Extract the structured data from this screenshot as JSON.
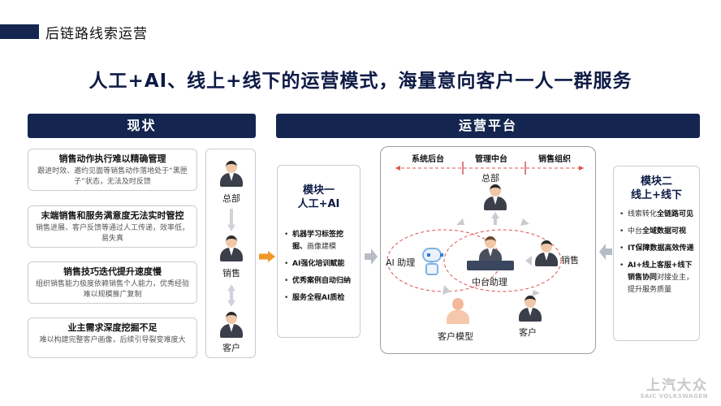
{
  "page_title": "后链路线索运营",
  "headline": "人工+AI、线上+线下的运营模式，海量意向客户一人一群服务",
  "status": {
    "header": "现状",
    "issues": [
      {
        "title": "销售动作执行难以精确管理",
        "desc": "跟进时效、邀约见面等销售动作落地处于“黑匣子”状态，无法及时反馈"
      },
      {
        "title": "末端销售和服务满意度无法实时管控",
        "desc": "销售进展、客户反馈等通过人工传递，效率低，易失真"
      },
      {
        "title": "销售技巧迭代提升速度慢",
        "desc": "组织销售能力极度依赖销售个人能力，优秀经验难以规模推广复制"
      },
      {
        "title": "业主需求深度挖掘不足",
        "desc": "难以构建完整客户画像，后续引导裂变难度大"
      }
    ],
    "roles": [
      "总部",
      "销售",
      "客户"
    ]
  },
  "platform": {
    "header": "运营平台",
    "layers": [
      "系统后台",
      "管理中台",
      "销售组织"
    ],
    "nodes": {
      "hq": "总部",
      "ai": "AI 助理",
      "middle": "中台助理",
      "sales": "销售",
      "customer_model": "客户模型",
      "customer": "客户"
    }
  },
  "module1": {
    "title_line1": "模块一",
    "title_line2": "人工+AI",
    "items": [
      {
        "bold": "机器学习标签挖掘、",
        "rest": "画像建模"
      },
      {
        "bold": "AI强化培训赋能",
        "rest": ""
      },
      {
        "bold": "优秀案例自动归纳",
        "rest": ""
      },
      {
        "bold": "服务全程AI质检",
        "rest": ""
      }
    ]
  },
  "module2": {
    "title_line1": "模块二",
    "title_line2": "线上+线下",
    "items": [
      {
        "pre": "线索转化",
        "bold": "全链路可见",
        "rest": ""
      },
      {
        "pre": "中台",
        "bold": "全域数据可视",
        "rest": ""
      },
      {
        "pre": "",
        "bold": "IT保障数据高效传递",
        "rest": ""
      },
      {
        "pre": "",
        "bold": "AI+线上客服+线下销售协同",
        "rest": "对接业主，提升服务质量"
      }
    ]
  },
  "brand": {
    "cn": "上汽大众",
    "en": "SAIC VOLKSWAGEN"
  },
  "colors": {
    "navy": "#14264f",
    "accent_orange": "#f0962a",
    "ellipse_red": "#d9534f"
  }
}
